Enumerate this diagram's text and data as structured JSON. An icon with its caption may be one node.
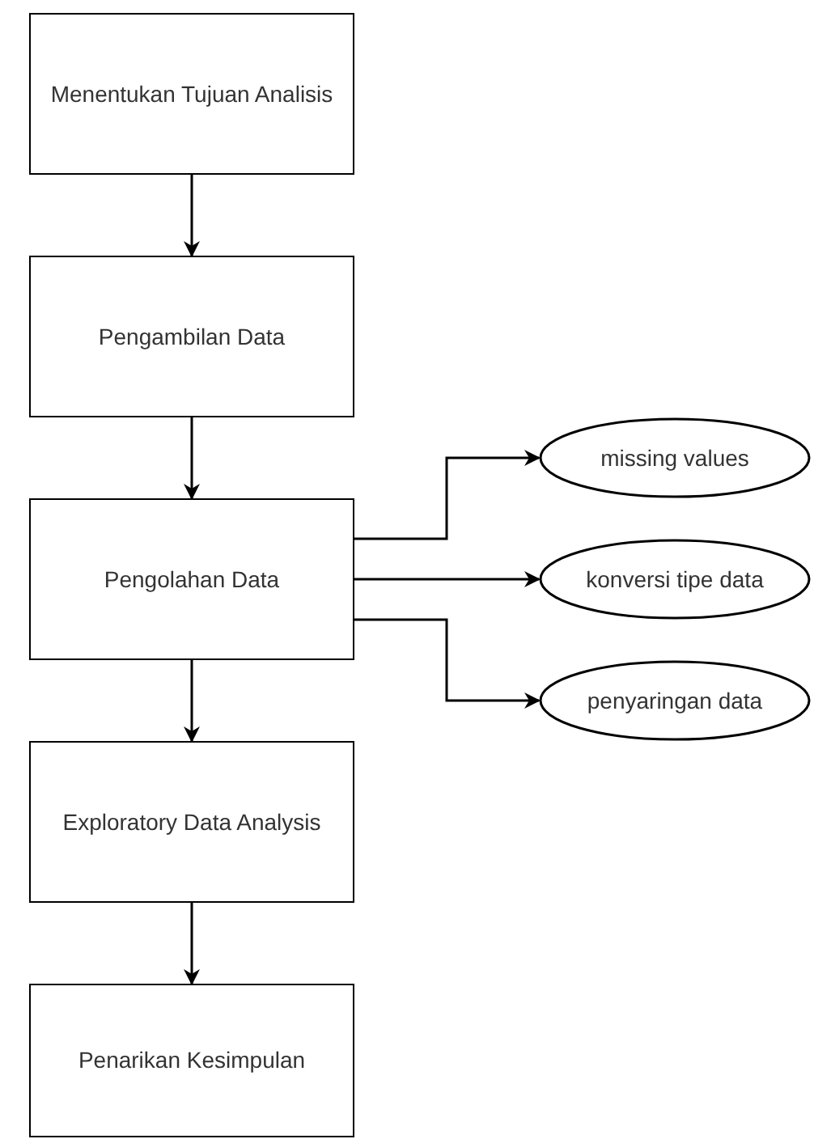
{
  "diagram": {
    "nodes": [
      {
        "text": [
          "Menentukan Tujuan Analisis"
        ]
      },
      {
        "text": [
          "Pengambilan Data"
        ]
      },
      {
        "text": [
          "Pengolahan Data"
        ]
      },
      {
        "text": [
          "Exploratory Data Analysis"
        ]
      },
      {
        "text": [
          "Penarikan Kesimpulan"
        ]
      },
      {
        "text": [
          "missing values"
        ]
      },
      {
        "text": [
          "konversi tipe data"
        ]
      },
      {
        "text": [
          "penyaringan data"
        ]
      }
    ],
    "edges": [
      {
        "from": 0,
        "to": 1,
        "arrow": "to"
      },
      {
        "from": 1,
        "to": 2,
        "arrow": "to"
      },
      {
        "from": 2,
        "to": 3,
        "arrow": "to"
      },
      {
        "from": 3,
        "to": 4,
        "arrow": "to"
      },
      {
        "from": 2,
        "to": 5,
        "arrow": "to"
      },
      {
        "from": 2,
        "to": 6,
        "arrow": "to"
      },
      {
        "from": 2,
        "to": 7,
        "arrow": "to"
      }
    ]
  }
}
